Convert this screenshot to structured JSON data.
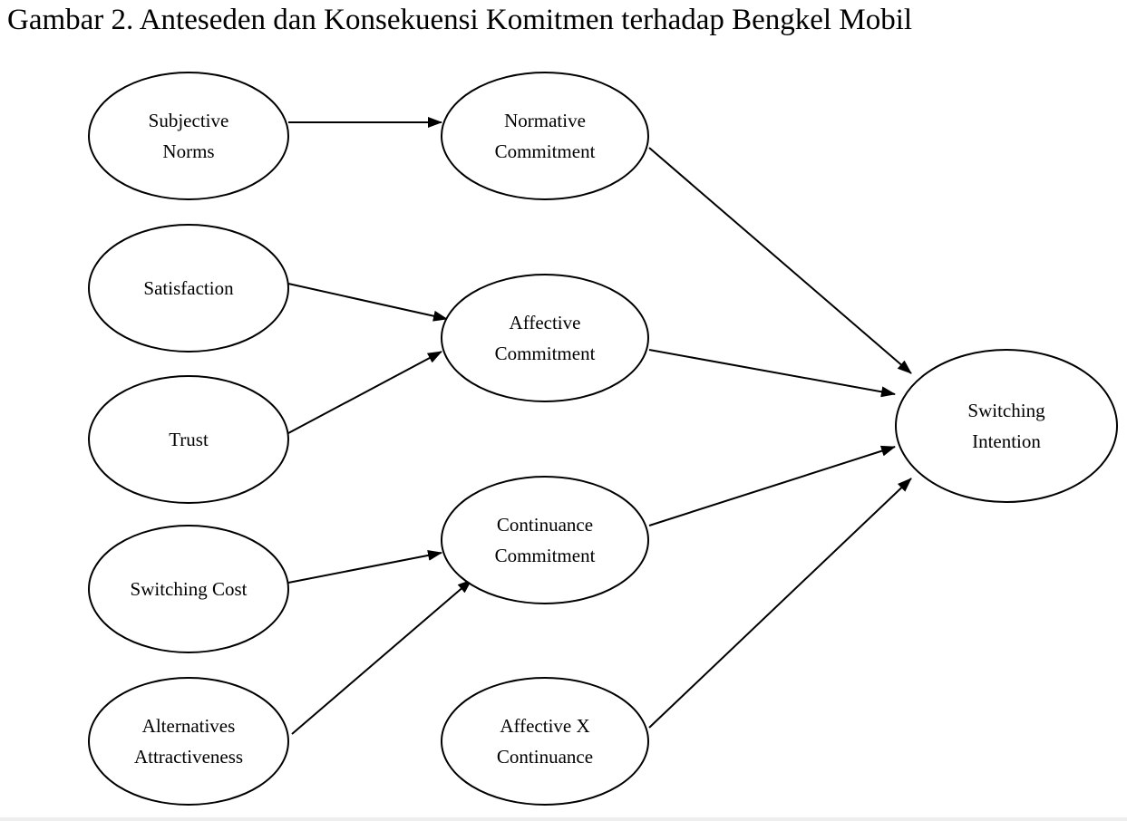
{
  "title": "Gambar 2. Anteseden dan Konsekuensi Komitmen terhadap Bengkel Mobil",
  "nodes": [
    {
      "id": "subjective-norms",
      "lines": [
        "Subjective",
        "Norms"
      ]
    },
    {
      "id": "satisfaction",
      "lines": [
        "Satisfaction"
      ]
    },
    {
      "id": "trust",
      "lines": [
        "Trust"
      ]
    },
    {
      "id": "switching-cost",
      "lines": [
        "Switching Cost"
      ]
    },
    {
      "id": "alternatives-attractiveness",
      "lines": [
        "Alternatives",
        "Attractiveness"
      ]
    },
    {
      "id": "normative-commitment",
      "lines": [
        "Normative",
        "Commitment"
      ]
    },
    {
      "id": "affective-commitment",
      "lines": [
        "Affective",
        "Commitment"
      ]
    },
    {
      "id": "continuance-commitment",
      "lines": [
        "Continuance",
        "Commitment"
      ]
    },
    {
      "id": "affective-x-continuance",
      "lines": [
        "Affective X",
        "Continuance"
      ]
    },
    {
      "id": "switching-intention",
      "lines": [
        "Switching",
        "Intention"
      ]
    }
  ],
  "edges": [
    {
      "from": "subjective-norms",
      "to": "normative-commitment"
    },
    {
      "from": "satisfaction",
      "to": "affective-commitment"
    },
    {
      "from": "trust",
      "to": "affective-commitment"
    },
    {
      "from": "switching-cost",
      "to": "continuance-commitment"
    },
    {
      "from": "alternatives-attractiveness",
      "to": "continuance-commitment"
    },
    {
      "from": "normative-commitment",
      "to": "switching-intention"
    },
    {
      "from": "affective-commitment",
      "to": "switching-intention"
    },
    {
      "from": "continuance-commitment",
      "to": "switching-intention"
    },
    {
      "from": "affective-x-continuance",
      "to": "switching-intention"
    }
  ]
}
